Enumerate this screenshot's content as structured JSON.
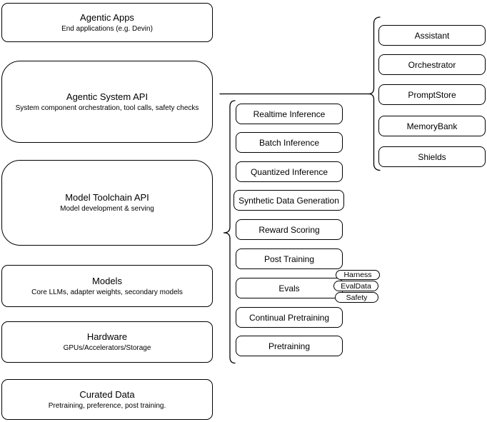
{
  "diagram": {
    "stack_layers": [
      {
        "title": "Agentic Apps",
        "subtitle": "End applications (e.g. Devin)"
      },
      {
        "title": "Agentic System API",
        "subtitle": "System component orchestration, tool calls, safety checks"
      },
      {
        "title": "Model Toolchain API",
        "subtitle": "Model development & serving"
      },
      {
        "title": "Models",
        "subtitle": "Core LLMs, adapter weights, secondary models"
      },
      {
        "title": "Hardware",
        "subtitle": "GPUs/Accelerators/Storage"
      },
      {
        "title": "Curated Data",
        "subtitle": "Pretraining, preference, post training."
      }
    ],
    "toolchain_apis": [
      "Realtime Inference",
      "Batch Inference",
      "Quantized Inference",
      "Synthetic Data Generation",
      "Reward Scoring",
      "Post Training",
      "Evals",
      "Continual Pretraining",
      "Pretraining"
    ],
    "eval_components": [
      "Harness",
      "EvalData",
      "Safety"
    ],
    "system_api_components": [
      "Assistant",
      "Orchestrator",
      "PromptStore",
      "MemoryBank",
      "Shields"
    ],
    "colors": {
      "stroke": "#000000",
      "fill": "#ffffff",
      "background": "#ffffff"
    }
  }
}
